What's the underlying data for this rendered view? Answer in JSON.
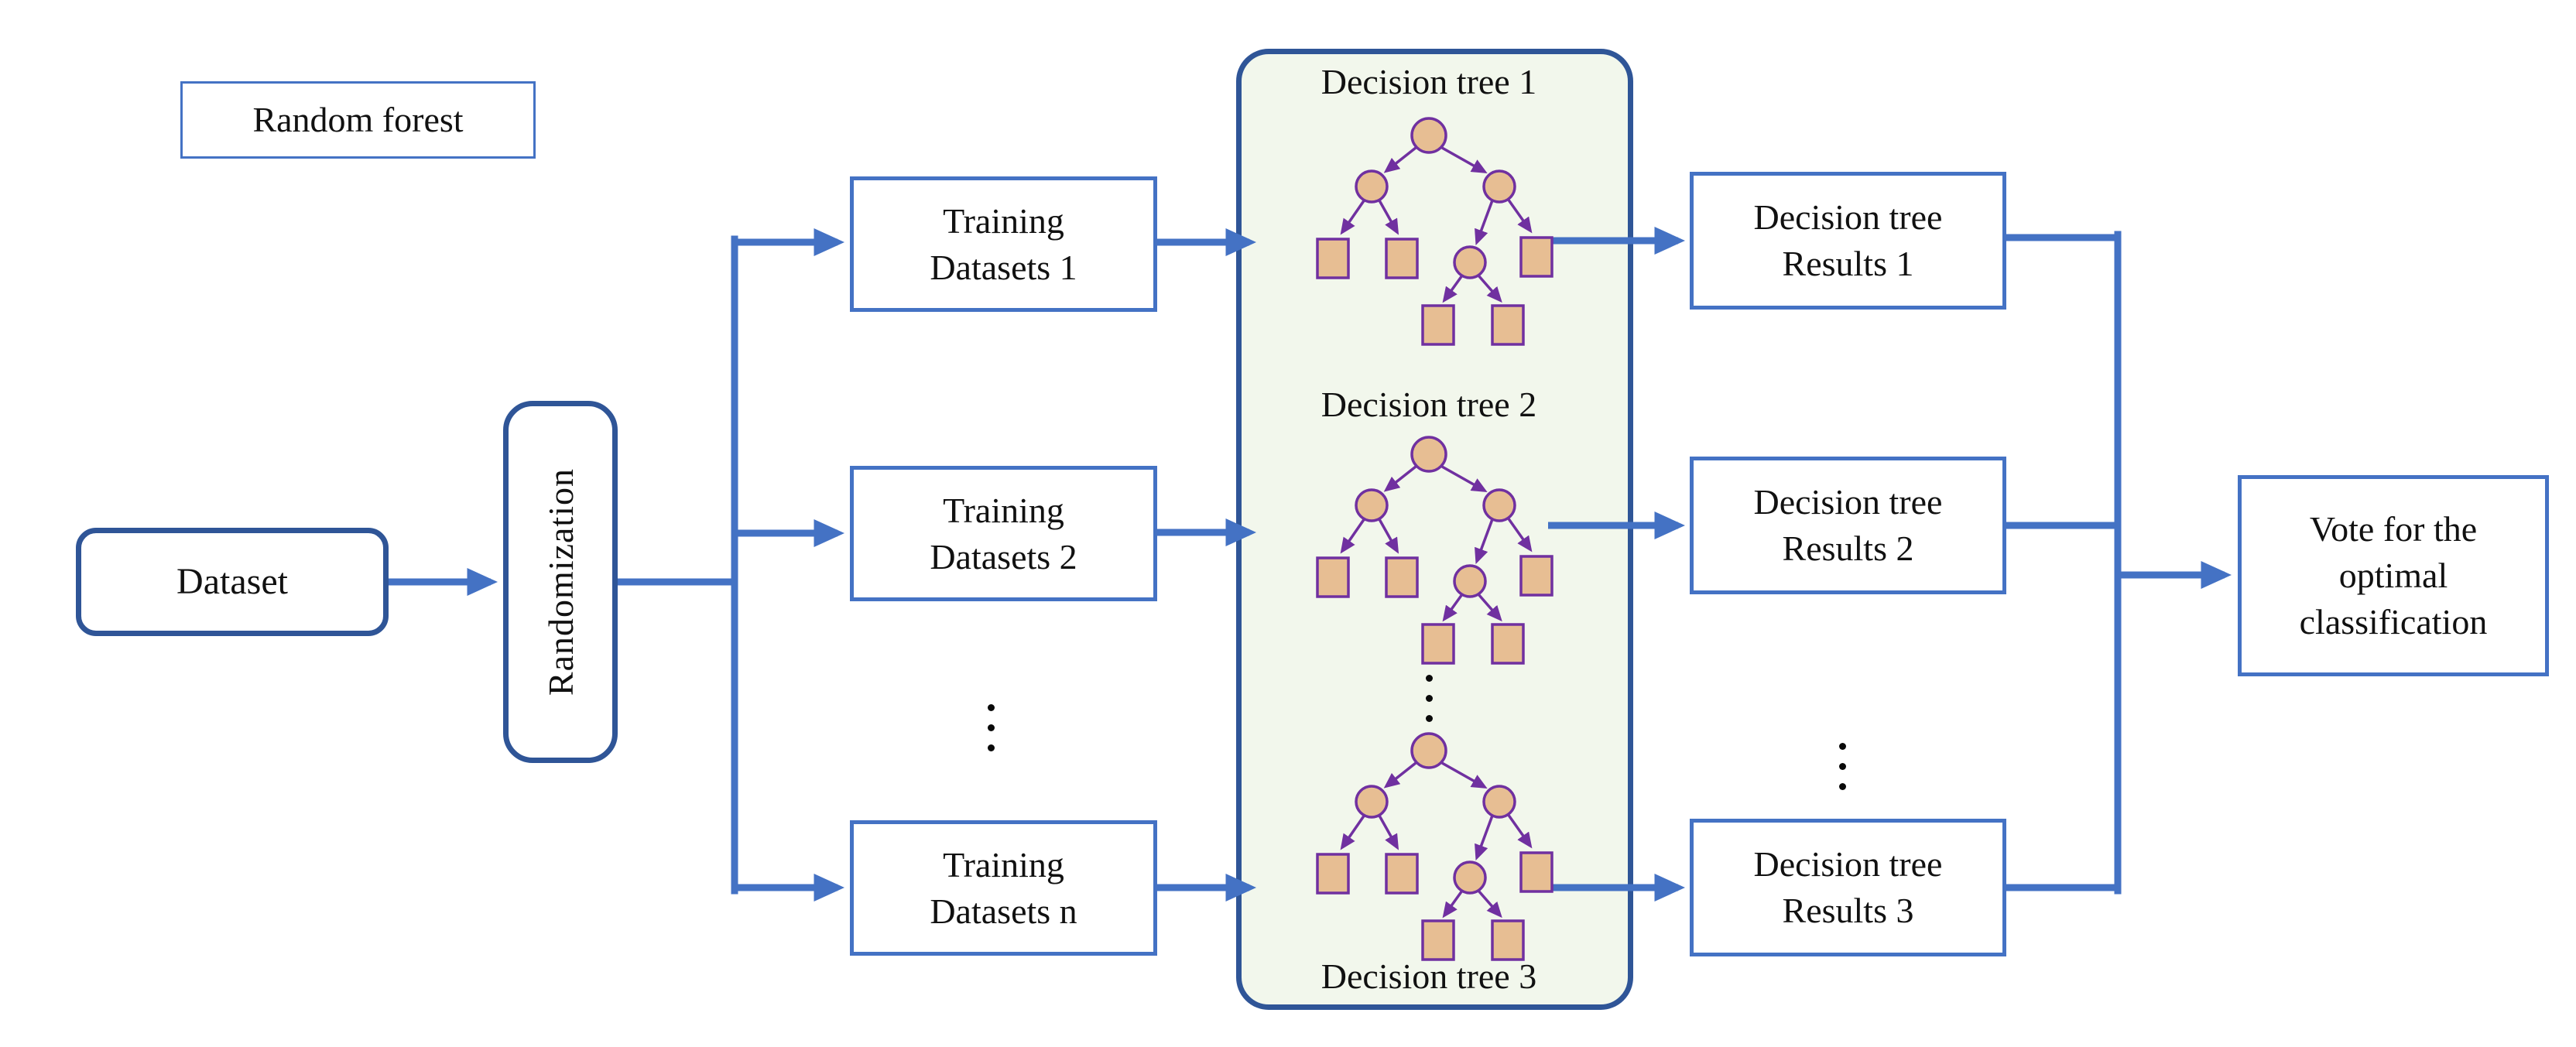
{
  "figure": {
    "label": "Random forest",
    "dataset": {
      "label": "Dataset"
    },
    "randomization": {
      "label": "Randomization"
    },
    "training_datasets": [
      {
        "line1": "Training",
        "line2": "Datasets 1"
      },
      {
        "line1": "Training",
        "line2": "Datasets 2"
      },
      {
        "line1": "Training",
        "line2": "Datasets n"
      }
    ],
    "tree_panel": {
      "titles": [
        "Decision tree 1",
        "Decision tree 2",
        "Decision tree 3"
      ]
    },
    "results": [
      {
        "line1": "Decision tree",
        "line2": "Results 1"
      },
      {
        "line1": "Decision tree",
        "line2": "Results 2"
      },
      {
        "line1": "Decision tree",
        "line2": "Results 3"
      }
    ],
    "vote": {
      "line1": "Vote for the",
      "line2": "optimal",
      "line3": "classification"
    },
    "colors": {
      "rounded_box_border": "#2F5597",
      "square_box_border": "#4472C4",
      "connector_blue": "#4472C4",
      "panel_fill": "#F2F7EC",
      "tree_node_fill": "#E7BE93",
      "tree_node_stroke": "#7030A0",
      "text": "#111111"
    }
  }
}
